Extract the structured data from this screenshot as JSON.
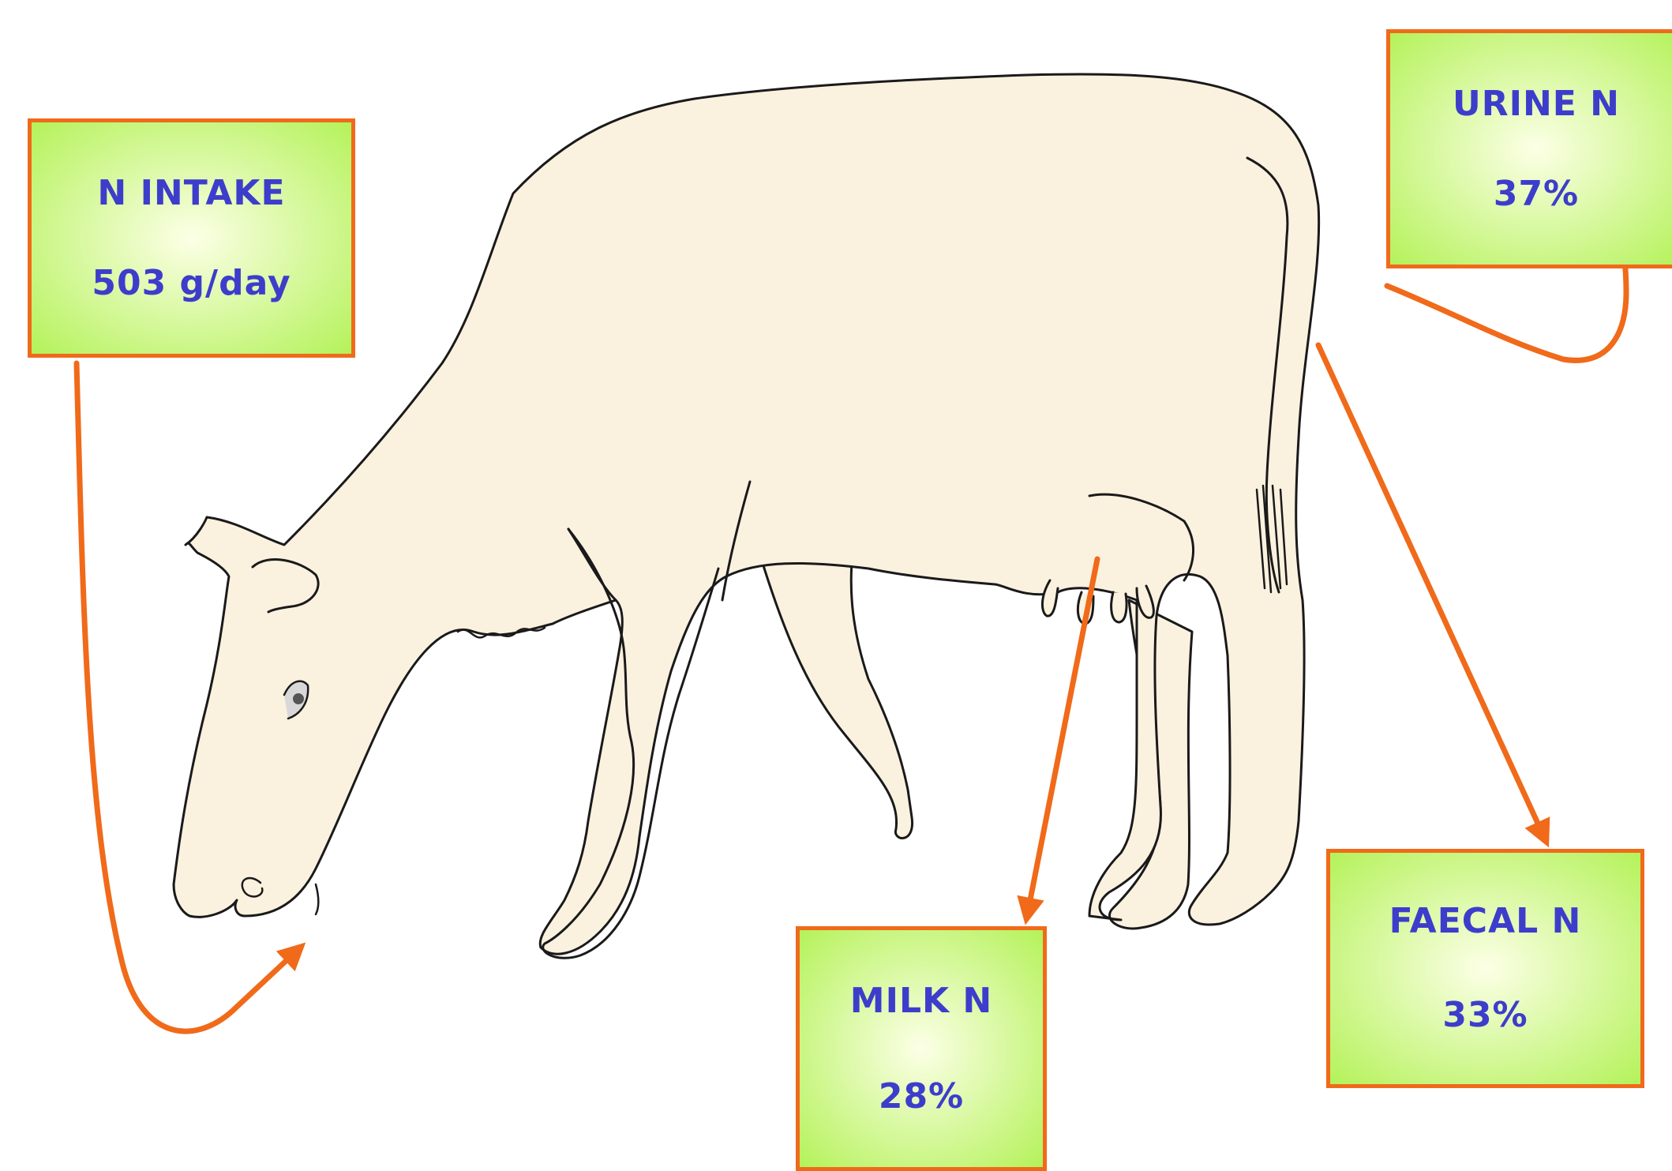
{
  "colors": {
    "background": "#ffffff",
    "cow_fill": "#fbf1df",
    "cow_outline": "#1a1a1a",
    "box_border": "#f06a1a",
    "box_center": "#fcffe6",
    "box_edge": "#b4f25a",
    "box_text": "#3d3dcc",
    "arrow": "#f06a1a"
  },
  "boxes": {
    "intake": {
      "title": "N INTAKE",
      "value": "503 g/day"
    },
    "urine": {
      "title": "URINE N",
      "value": "37%"
    },
    "faecal": {
      "title": "FAECAL N",
      "value": "33%"
    },
    "milk": {
      "title": "MILK N",
      "value": "28%"
    }
  },
  "nitrogen_flow": {
    "intake_g_per_day": 503,
    "urine_percent": 37,
    "faecal_percent": 33,
    "milk_percent": 28
  }
}
